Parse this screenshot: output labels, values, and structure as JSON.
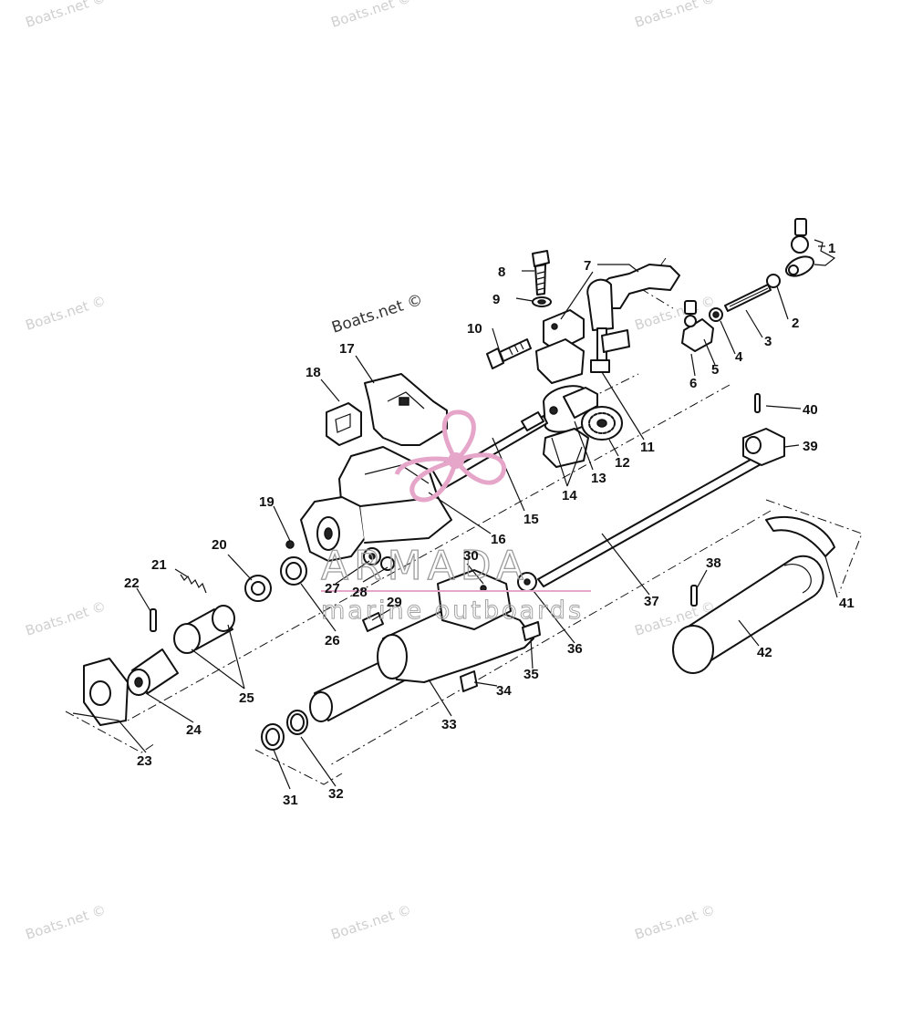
{
  "watermark": {
    "repeat_text": "Boats.net ©",
    "center_text": "Boats.net ©",
    "brand_name": "ARMADA",
    "brand_tagline": "marine outboards"
  },
  "diagram": {
    "part_labels": [
      "1",
      "2",
      "3",
      "4",
      "5",
      "6",
      "7",
      "8",
      "9",
      "10",
      "11",
      "12",
      "13",
      "14",
      "15",
      "16",
      "17",
      "18",
      "19",
      "20",
      "21",
      "22",
      "23",
      "24",
      "25",
      "26",
      "27",
      "28",
      "29",
      "30",
      "31",
      "32",
      "33",
      "34",
      "35",
      "36",
      "37",
      "38",
      "39",
      "40",
      "41",
      "42"
    ]
  },
  "colors": {
    "line": "#111111",
    "watermark_gray": "#cfcfcf",
    "logo_pink": "#e5a6c9"
  }
}
